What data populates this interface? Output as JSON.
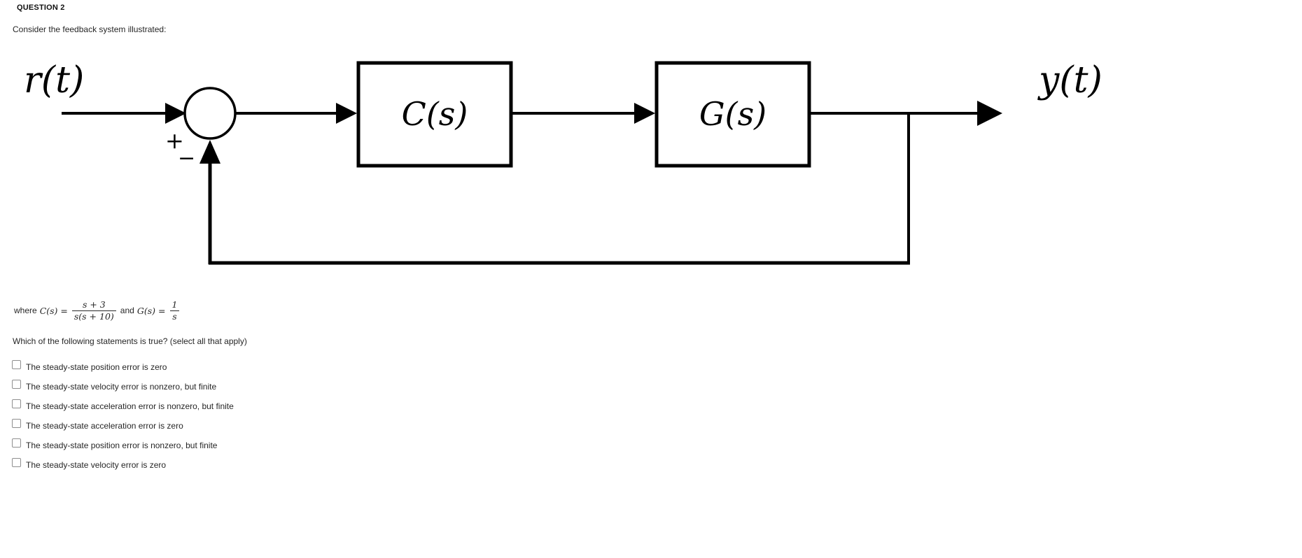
{
  "header": {
    "question_label": "QUESTION 2",
    "intro": "Consider the feedback system illustrated:"
  },
  "diagram": {
    "input_label": "r(t)",
    "output_label": "y(t)",
    "block1_label": "C(s)",
    "block2_label": "G(s)",
    "sum_plus": "+",
    "sum_minus": "−"
  },
  "formula": {
    "prefix": "where",
    "c_lhs": "C(s) =",
    "c_numerator": "s + 3",
    "c_denominator": "s(s + 10)",
    "connector": "and",
    "g_lhs": "G(s) =",
    "g_numerator": "1",
    "g_denominator": "s"
  },
  "question": {
    "prompt": "Which of the following statements is true? (select all that apply)"
  },
  "options": [
    {
      "label": "The steady-state position error is zero",
      "checked": false
    },
    {
      "label": "The steady-state velocity error is nonzero, but finite",
      "checked": false
    },
    {
      "label": "The steady-state acceleration error is nonzero, but finite",
      "checked": false
    },
    {
      "label": "The steady-state acceleration error is zero",
      "checked": false
    },
    {
      "label": "The steady-state position error is nonzero, but finite",
      "checked": false
    },
    {
      "label": "The steady-state velocity error is zero",
      "checked": false
    }
  ],
  "colors": {
    "text": "#262626",
    "diagram_line": "#000000"
  }
}
